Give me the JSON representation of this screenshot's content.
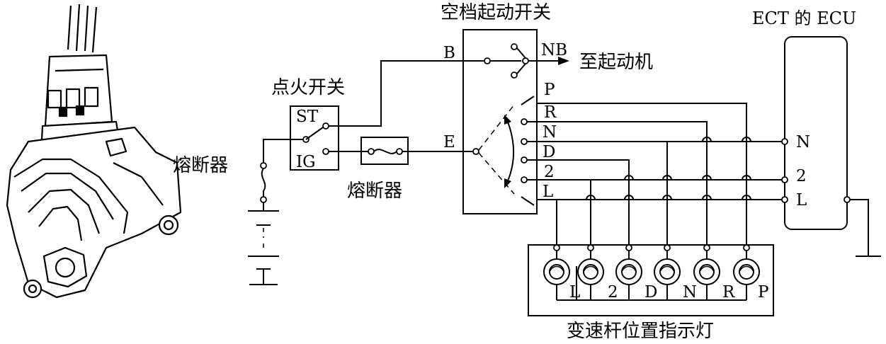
{
  "labels": {
    "neutral_start_switch": "空档起动开关",
    "ecu": "ECT 的 ECU",
    "to_starter": "至起动机",
    "ignition_switch": "点火开关",
    "fuse_left": "熔断器",
    "fuse_mid": "熔断器",
    "indicator_lamps": "变速杆位置指示灯"
  },
  "switch_terminals": {
    "B": "B",
    "NB": "NB",
    "E": "E",
    "P": "P",
    "R": "R",
    "N": "N",
    "D": "D",
    "two": "2",
    "L": "L"
  },
  "ignition_terminals": {
    "ST": "ST",
    "IG": "IG"
  },
  "ecu_terminals": {
    "N": "N",
    "two": "2",
    "L": "L"
  },
  "lamp_labels": [
    "L",
    "2",
    "D",
    "N",
    "R",
    "P"
  ]
}
